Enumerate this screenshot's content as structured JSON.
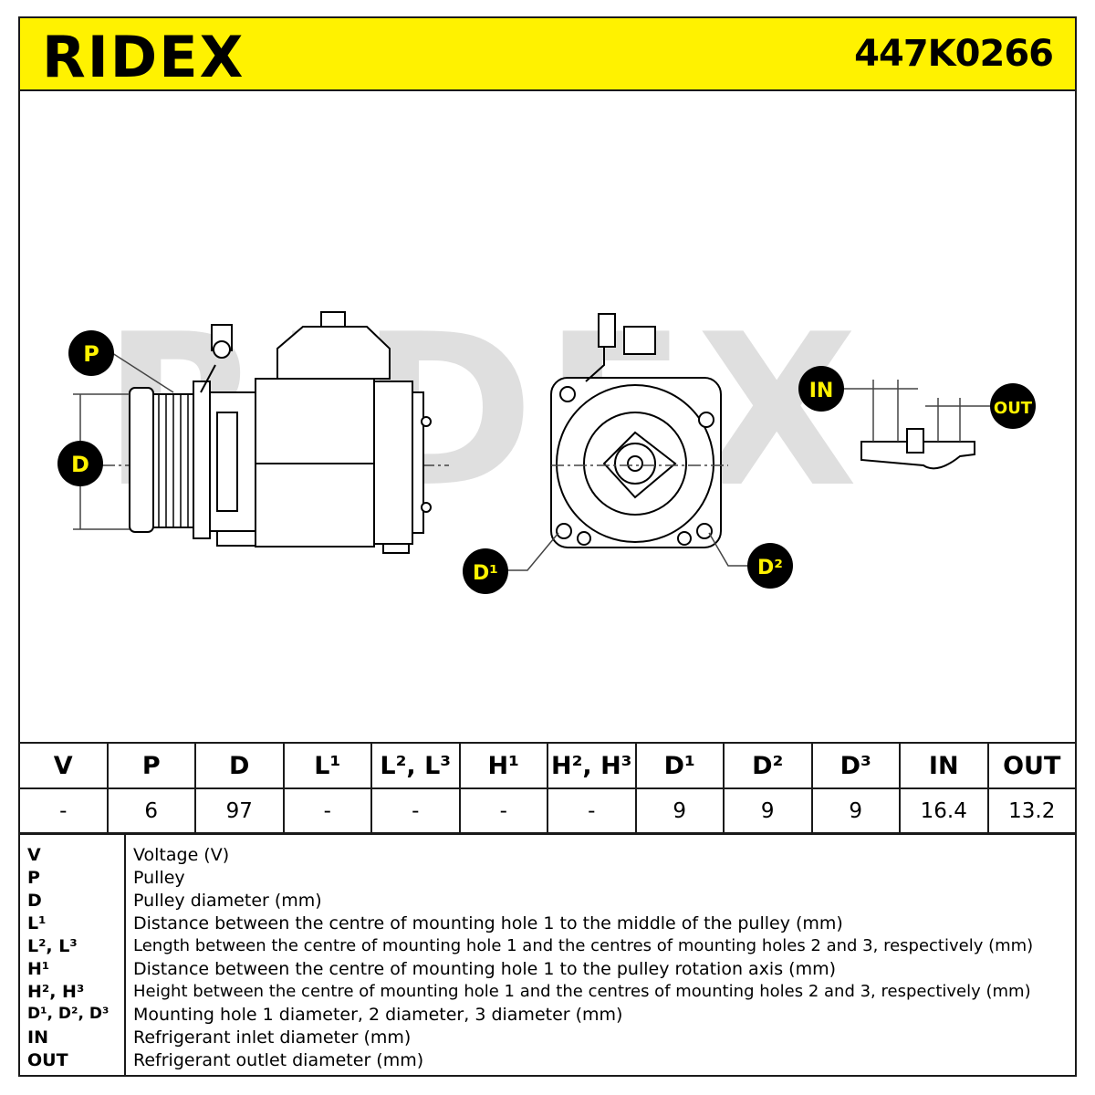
{
  "header": {
    "brand": "RIDEX",
    "part_number": "447K0266",
    "brand_color": "#fff200"
  },
  "drawing": {
    "watermark": "RIDEX",
    "callouts": {
      "pulley": "P",
      "diameter": "D",
      "mount_hole_1": "D¹",
      "mount_hole_2": "D²",
      "inlet": "IN",
      "outlet": "OUT"
    }
  },
  "spec_table": {
    "headers": [
      "V",
      "P",
      "D",
      "L¹",
      "L², L³",
      "H¹",
      "H², H³",
      "D¹",
      "D²",
      "D³",
      "IN",
      "OUT"
    ],
    "values": [
      "-",
      "6",
      "97",
      "-",
      "-",
      "-",
      "-",
      "9",
      "9",
      "9",
      "16.4",
      "13.2"
    ]
  },
  "legend": [
    {
      "code": "V",
      "desc": "Voltage (V)"
    },
    {
      "code": "P",
      "desc": "Pulley"
    },
    {
      "code": "D",
      "desc": "Pulley diameter (mm)"
    },
    {
      "code": "L¹",
      "desc": "Distance between the centre of mounting hole 1 to the middle of the pulley (mm)"
    },
    {
      "code": "L², L³",
      "desc": "Length between the centre of mounting hole 1 and the centres of mounting holes 2 and 3, respectively (mm)"
    },
    {
      "code": "H¹",
      "desc": "Distance between the centre of mounting hole 1 to the pulley rotation axis (mm)"
    },
    {
      "code": "H², H³",
      "desc": "Height between the centre of mounting hole 1 and the centres of mounting holes 2 and 3, respectively (mm)"
    },
    {
      "code": "D¹, D², D³",
      "desc": "Mounting hole 1 diameter, 2 diameter, 3 diameter (mm)"
    },
    {
      "code": "IN",
      "desc": "Refrigerant inlet diameter (mm)"
    },
    {
      "code": "OUT",
      "desc": "Refrigerant outlet diameter (mm)"
    }
  ]
}
